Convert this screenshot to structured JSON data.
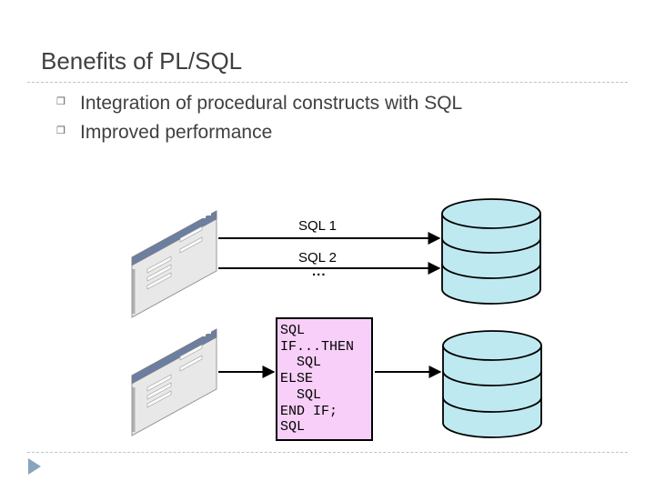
{
  "slide": {
    "title": "Benefits of PL/SQL",
    "bullets": [
      {
        "mark": "❒",
        "text": "Integration of procedural constructs with SQL"
      },
      {
        "mark": "❒",
        "text": "Improved performance"
      }
    ]
  },
  "diagram": {
    "top": {
      "sql1": "SQL 1",
      "sql2": "SQL 2",
      "ellipsis": "..."
    },
    "block": {
      "lines": [
        "SQL",
        "IF...THEN",
        "  SQL",
        "ELSE",
        "  SQL",
        "END IF;",
        "SQL"
      ]
    },
    "colors": {
      "database": "#bfe9f0",
      "code_box": "#f8cff8",
      "rule": "#b8c4cf",
      "nav_arrow": "#8aa4bd"
    }
  }
}
